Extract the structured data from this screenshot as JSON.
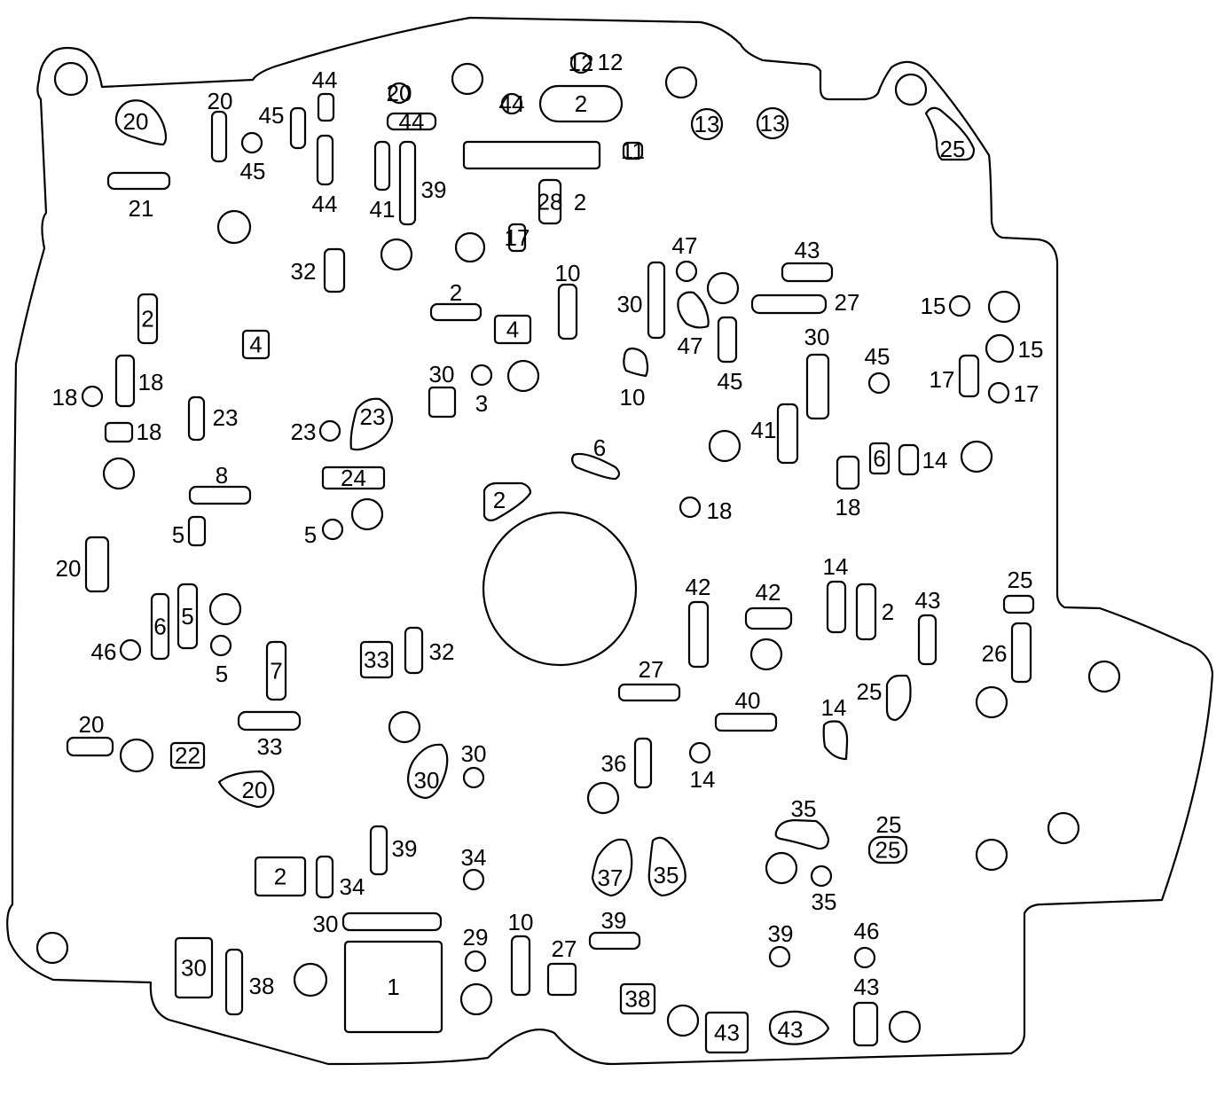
{
  "diagram": {
    "colors": {
      "line": "#000000",
      "background": "#ffffff"
    },
    "plate_outline": "outline",
    "center_bore": "circle",
    "mount_holes": "circle",
    "passages": [
      {
        "shape": "blob",
        "label": "20"
      },
      {
        "shape": "slot",
        "label": ""
      },
      {
        "shape": "label",
        "label": "20"
      },
      {
        "shape": "circle",
        "label": ""
      },
      {
        "shape": "label",
        "label": "45"
      },
      {
        "shape": "slot",
        "label": ""
      },
      {
        "shape": "label",
        "label": "45"
      },
      {
        "shape": "slot",
        "label": ""
      },
      {
        "shape": "label",
        "label": "44"
      },
      {
        "shape": "slot",
        "label": ""
      },
      {
        "shape": "label",
        "label": "44"
      },
      {
        "shape": "slot",
        "label": ""
      },
      {
        "shape": "label",
        "label": "21"
      },
      {
        "shape": "circle",
        "label": ""
      },
      {
        "shape": "slot",
        "label": ""
      },
      {
        "shape": "label",
        "label": "32"
      },
      {
        "shape": "slot",
        "label": ""
      },
      {
        "shape": "label",
        "label": "41"
      },
      {
        "shape": "slot",
        "label": ""
      },
      {
        "shape": "label",
        "label": "39"
      },
      {
        "shape": "circle",
        "label": ""
      },
      {
        "shape": "label",
        "label": "20"
      },
      {
        "shape": "slot",
        "label": ""
      },
      {
        "shape": "label",
        "label": "44"
      },
      {
        "shape": "circle",
        "label": ""
      },
      {
        "shape": "circle",
        "label": ""
      },
      {
        "shape": "label",
        "label": "44"
      },
      {
        "shape": "circle",
        "label": ""
      },
      {
        "shape": "label",
        "label": "12"
      },
      {
        "shape": "slot",
        "label": "12"
      },
      {
        "shape": "slot",
        "label": "2"
      },
      {
        "shape": "slot",
        "label": ""
      },
      {
        "shape": "label",
        "label": "11"
      },
      {
        "shape": "circle",
        "label": ""
      },
      {
        "shape": "circle",
        "label": ""
      },
      {
        "shape": "label",
        "label": "13"
      },
      {
        "shape": "circle",
        "label": ""
      },
      {
        "shape": "label",
        "label": "13"
      },
      {
        "shape": "slot",
        "label": ""
      },
      {
        "shape": "label",
        "label": "28"
      },
      {
        "shape": "circle",
        "label": "2"
      },
      {
        "shape": "slot",
        "label": ""
      },
      {
        "shape": "label",
        "label": "17"
      },
      {
        "shape": "circle",
        "label": ""
      },
      {
        "shape": "blob",
        "label": "25"
      },
      {
        "shape": "slot",
        "label": "2"
      },
      {
        "shape": "slot",
        "label": ""
      },
      {
        "shape": "label",
        "label": "2"
      },
      {
        "shape": "box",
        "label": "4"
      },
      {
        "shape": "box",
        "label": "4"
      },
      {
        "shape": "slot",
        "label": ""
      },
      {
        "shape": "label",
        "label": "10"
      },
      {
        "shape": "slot",
        "label": ""
      },
      {
        "shape": "label",
        "label": "30"
      },
      {
        "shape": "circle",
        "label": ""
      },
      {
        "shape": "label",
        "label": "47"
      },
      {
        "shape": "blob",
        "label": ""
      },
      {
        "shape": "label",
        "label": "47"
      },
      {
        "shape": "circle",
        "label": ""
      },
      {
        "shape": "slot",
        "label": ""
      },
      {
        "shape": "label",
        "label": "45"
      },
      {
        "shape": "slot",
        "label": ""
      },
      {
        "shape": "label",
        "label": "43"
      },
      {
        "shape": "slot",
        "label": ""
      },
      {
        "shape": "label",
        "label": "27"
      },
      {
        "shape": "circle",
        "label": ""
      },
      {
        "shape": "label",
        "label": "15"
      },
      {
        "shape": "circle",
        "label": ""
      },
      {
        "shape": "circle",
        "label": ""
      },
      {
        "shape": "label",
        "label": "15"
      },
      {
        "shape": "slot",
        "label": ""
      },
      {
        "shape": "label",
        "label": "17"
      },
      {
        "shape": "circle",
        "label": ""
      },
      {
        "shape": "label",
        "label": "17"
      },
      {
        "shape": "slot",
        "label": ""
      },
      {
        "shape": "label",
        "label": "30"
      },
      {
        "shape": "circle",
        "label": ""
      },
      {
        "shape": "label",
        "label": "45"
      },
      {
        "shape": "blob",
        "label": ""
      },
      {
        "shape": "label",
        "label": "10"
      },
      {
        "shape": "slot",
        "label": ""
      },
      {
        "shape": "label",
        "label": "18"
      },
      {
        "shape": "circle",
        "label": ""
      },
      {
        "shape": "label",
        "label": "18"
      },
      {
        "shape": "slot",
        "label": ""
      },
      {
        "shape": "label",
        "label": "18"
      },
      {
        "shape": "circle",
        "label": ""
      },
      {
        "shape": "slot",
        "label": ""
      },
      {
        "shape": "label",
        "label": "23"
      },
      {
        "shape": "circle",
        "label": ""
      },
      {
        "shape": "label",
        "label": "23"
      },
      {
        "shape": "blob",
        "label": "23"
      },
      {
        "shape": "circle",
        "label": ""
      },
      {
        "shape": "label",
        "label": "30"
      },
      {
        "shape": "label",
        "label": "3"
      },
      {
        "shape": "box",
        "label": ""
      },
      {
        "shape": "circle",
        "label": ""
      },
      {
        "shape": "slot",
        "label": "6"
      },
      {
        "shape": "slot",
        "label": ""
      },
      {
        "shape": "label",
        "label": "41"
      },
      {
        "shape": "circle",
        "label": ""
      },
      {
        "shape": "slot",
        "label": ""
      },
      {
        "shape": "label",
        "label": "18"
      },
      {
        "shape": "box",
        "label": "6"
      },
      {
        "shape": "slot",
        "label": ""
      },
      {
        "shape": "label",
        "label": "14"
      },
      {
        "shape": "circle",
        "label": ""
      },
      {
        "shape": "circle",
        "label": ""
      },
      {
        "shape": "label",
        "label": "18"
      },
      {
        "shape": "slot",
        "label": ""
      },
      {
        "shape": "label",
        "label": "8"
      },
      {
        "shape": "box",
        "label": "24"
      },
      {
        "shape": "circle",
        "label": ""
      },
      {
        "shape": "circle",
        "label": ""
      },
      {
        "shape": "label",
        "label": "5"
      },
      {
        "shape": "slot",
        "label": ""
      },
      {
        "shape": "label",
        "label": "5"
      },
      {
        "shape": "blob",
        "label": "2"
      },
      {
        "shape": "slot",
        "label": ""
      },
      {
        "shape": "label",
        "label": "20"
      },
      {
        "shape": "slot",
        "label": "6"
      },
      {
        "shape": "slot",
        "label": "5"
      },
      {
        "shape": "circle",
        "label": ""
      },
      {
        "shape": "circle",
        "label": ""
      },
      {
        "shape": "label",
        "label": "5"
      },
      {
        "shape": "circle",
        "label": ""
      },
      {
        "shape": "label",
        "label": "46"
      },
      {
        "shape": "slot",
        "label": "7"
      },
      {
        "shape": "box",
        "label": "33"
      },
      {
        "shape": "slot",
        "label": ""
      },
      {
        "shape": "label",
        "label": "32"
      },
      {
        "shape": "slot",
        "label": ""
      },
      {
        "shape": "label",
        "label": "33"
      },
      {
        "shape": "slot",
        "label": ""
      },
      {
        "shape": "label",
        "label": "20"
      },
      {
        "shape": "circle",
        "label": ""
      },
      {
        "shape": "box",
        "label": "22"
      },
      {
        "shape": "blob",
        "label": "20"
      },
      {
        "shape": "circle",
        "label": ""
      },
      {
        "shape": "blob",
        "label": "30"
      },
      {
        "shape": "circle",
        "label": ""
      },
      {
        "shape": "label",
        "label": "30"
      },
      {
        "shape": "slot",
        "label": ""
      },
      {
        "shape": "label",
        "label": "42"
      },
      {
        "shape": "slot",
        "label": ""
      },
      {
        "shape": "label",
        "label": "42"
      },
      {
        "shape": "circle",
        "label": ""
      },
      {
        "shape": "slot",
        "label": ""
      },
      {
        "shape": "label",
        "label": "14"
      },
      {
        "shape": "slot",
        "label": ""
      },
      {
        "shape": "label",
        "label": "2"
      },
      {
        "shape": "slot",
        "label": ""
      },
      {
        "shape": "label",
        "label": "43"
      },
      {
        "shape": "slot",
        "label": ""
      },
      {
        "shape": "label",
        "label": "25"
      },
      {
        "shape": "slot",
        "label": ""
      },
      {
        "shape": "label",
        "label": "26"
      },
      {
        "shape": "circle",
        "label": ""
      },
      {
        "shape": "circle",
        "label": ""
      },
      {
        "shape": "slot",
        "label": ""
      },
      {
        "shape": "label",
        "label": "27"
      },
      {
        "shape": "slot",
        "label": ""
      },
      {
        "shape": "label",
        "label": "40"
      },
      {
        "shape": "blob",
        "label": ""
      },
      {
        "shape": "label",
        "label": "25"
      },
      {
        "shape": "blob",
        "label": ""
      },
      {
        "shape": "label",
        "label": "14"
      },
      {
        "shape": "slot",
        "label": ""
      },
      {
        "shape": "label",
        "label": "36"
      },
      {
        "shape": "circle",
        "label": ""
      },
      {
        "shape": "circle",
        "label": ""
      },
      {
        "shape": "label",
        "label": "14"
      },
      {
        "shape": "blob",
        "label": ""
      },
      {
        "shape": "label",
        "label": "35"
      },
      {
        "shape": "slot",
        "label": "25"
      },
      {
        "shape": "label",
        "label": "25"
      },
      {
        "shape": "circle",
        "label": ""
      },
      {
        "shape": "circle",
        "label": ""
      },
      {
        "shape": "label",
        "label": "35"
      },
      {
        "shape": "circle",
        "label": ""
      },
      {
        "shape": "circle",
        "label": ""
      },
      {
        "shape": "blob",
        "label": "37"
      },
      {
        "shape": "blob",
        "label": "35"
      },
      {
        "shape": "box",
        "label": "2"
      },
      {
        "shape": "slot",
        "label": ""
      },
      {
        "shape": "label",
        "label": "34"
      },
      {
        "shape": "slot",
        "label": ""
      },
      {
        "shape": "label",
        "label": "39"
      },
      {
        "shape": "circle",
        "label": ""
      },
      {
        "shape": "label",
        "label": "34"
      },
      {
        "shape": "slot",
        "label": ""
      },
      {
        "shape": "label",
        "label": "30"
      },
      {
        "shape": "box",
        "label": "30"
      },
      {
        "shape": "slot",
        "label": ""
      },
      {
        "shape": "label",
        "label": "38"
      },
      {
        "shape": "circle",
        "label": ""
      },
      {
        "shape": "box",
        "label": "1"
      },
      {
        "shape": "circle",
        "label": ""
      },
      {
        "shape": "label",
        "label": "29"
      },
      {
        "shape": "circle",
        "label": ""
      },
      {
        "shape": "slot",
        "label": ""
      },
      {
        "shape": "label",
        "label": "10"
      },
      {
        "shape": "box",
        "label": ""
      },
      {
        "shape": "label",
        "label": "27"
      },
      {
        "shape": "slot",
        "label": ""
      },
      {
        "shape": "label",
        "label": "39"
      },
      {
        "shape": "box",
        "label": "38"
      },
      {
        "shape": "circle",
        "label": ""
      },
      {
        "shape": "box",
        "label": "43"
      },
      {
        "shape": "blob",
        "label": "43"
      },
      {
        "shape": "circle",
        "label": ""
      },
      {
        "shape": "label",
        "label": "39"
      },
      {
        "shape": "circle",
        "label": ""
      },
      {
        "shape": "label",
        "label": "46"
      },
      {
        "shape": "slot",
        "label": ""
      },
      {
        "shape": "label",
        "label": "43"
      },
      {
        "shape": "circle",
        "label": ""
      }
    ]
  }
}
